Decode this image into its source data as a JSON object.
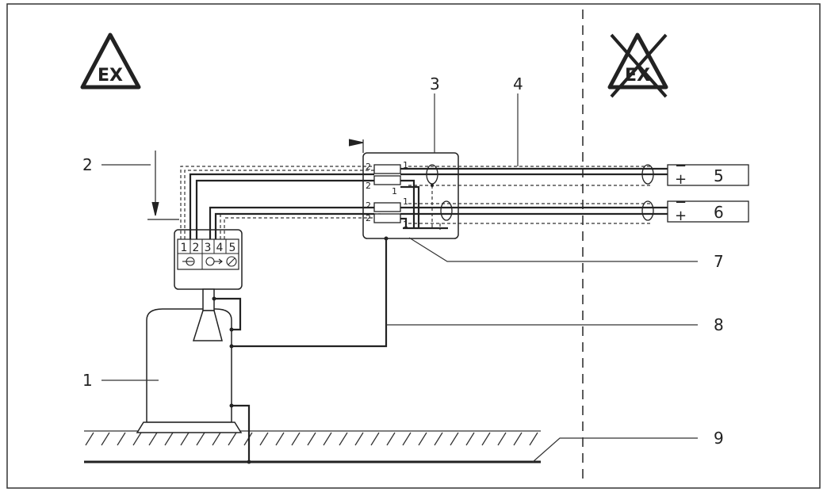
{
  "hazard": {
    "ex_label": "EX",
    "non_ex_label": "EX"
  },
  "callouts": {
    "c1": "1",
    "c2": "2",
    "c3": "3",
    "c4": "4",
    "c5": "5",
    "c6": "6",
    "c7": "7",
    "c8": "8",
    "c9": "9"
  },
  "terminal_strip": {
    "t1": "1",
    "t2": "2",
    "t3": "3",
    "t4": "4",
    "t5": "5"
  },
  "junction_pins": {
    "a2": "2",
    "a1": "1",
    "b2": "2",
    "b1": "1",
    "c2": "2",
    "c1": "1",
    "d2": "2",
    "d1": "1"
  },
  "supplies": {
    "s5": {
      "minus": "−",
      "plus": "+"
    },
    "s6": {
      "minus": "−",
      "plus": "+"
    }
  }
}
